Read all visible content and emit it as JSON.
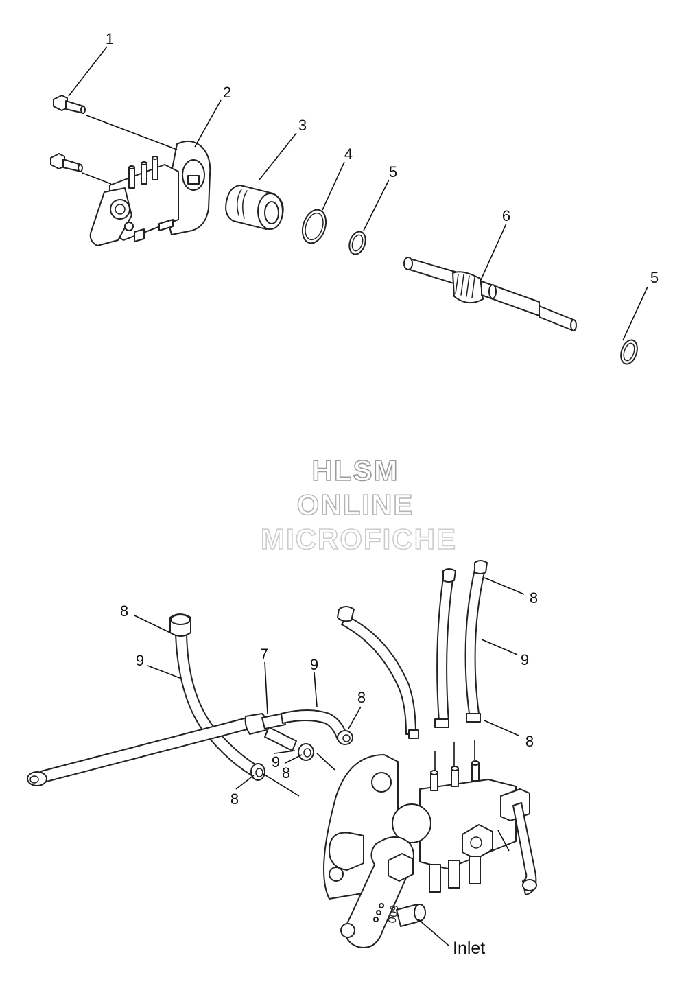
{
  "diagram": {
    "callouts": {
      "c1": "1",
      "c2": "2",
      "c3": "3",
      "c4": "4",
      "c5a": "5",
      "c6": "6",
      "c5b": "5",
      "c7": "7",
      "c8a": "8",
      "c8b": "8",
      "c8c": "8",
      "c8d": "8",
      "c8e": "8",
      "c8f": "8",
      "c9a": "9",
      "c9b": "9",
      "c9c": "9",
      "c9d": "9"
    },
    "inlet_label": "Inlet",
    "casting_mark": "600"
  },
  "watermark": {
    "line1": "HLSM",
    "line2": "ONLINE",
    "line3": "MICROFICHE",
    "colors": [
      "#9a9a9a",
      "#b4b4b4",
      "#cccccc"
    ]
  }
}
